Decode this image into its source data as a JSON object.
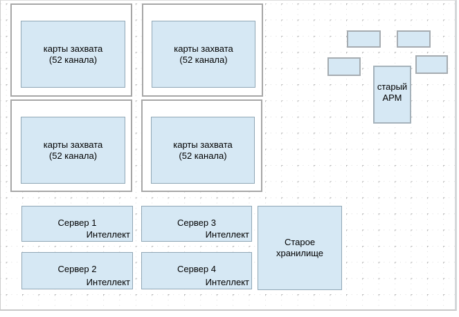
{
  "colors": {
    "node_fill": "#d6e8f4",
    "node_border": "#8fa6b5",
    "group_border": "#a6a6a6",
    "grid_dot": "#b3b3b3",
    "canvas_border": "#c8c8c8"
  },
  "capture_cards": [
    {
      "line1": "карты захвата",
      "line2": "(52 канала)"
    },
    {
      "line1": "карты захвата",
      "line2": "(52 канала)"
    },
    {
      "line1": "карты захвата",
      "line2": "(52 канала)"
    },
    {
      "line1": "карты захвата",
      "line2": "(52 канала)"
    }
  ],
  "servers": [
    {
      "name": "Сервер 1",
      "platform": "Интеллект"
    },
    {
      "name": "Сервер 2",
      "platform": "Интеллект"
    },
    {
      "name": "Сервер 3",
      "platform": "Интеллект"
    },
    {
      "name": "Сервер 4",
      "platform": "Интеллект"
    }
  ],
  "storage": {
    "line1": "Старое",
    "line2": "хранилище"
  },
  "workstation": {
    "line1": "старый",
    "line2": "АРМ"
  }
}
